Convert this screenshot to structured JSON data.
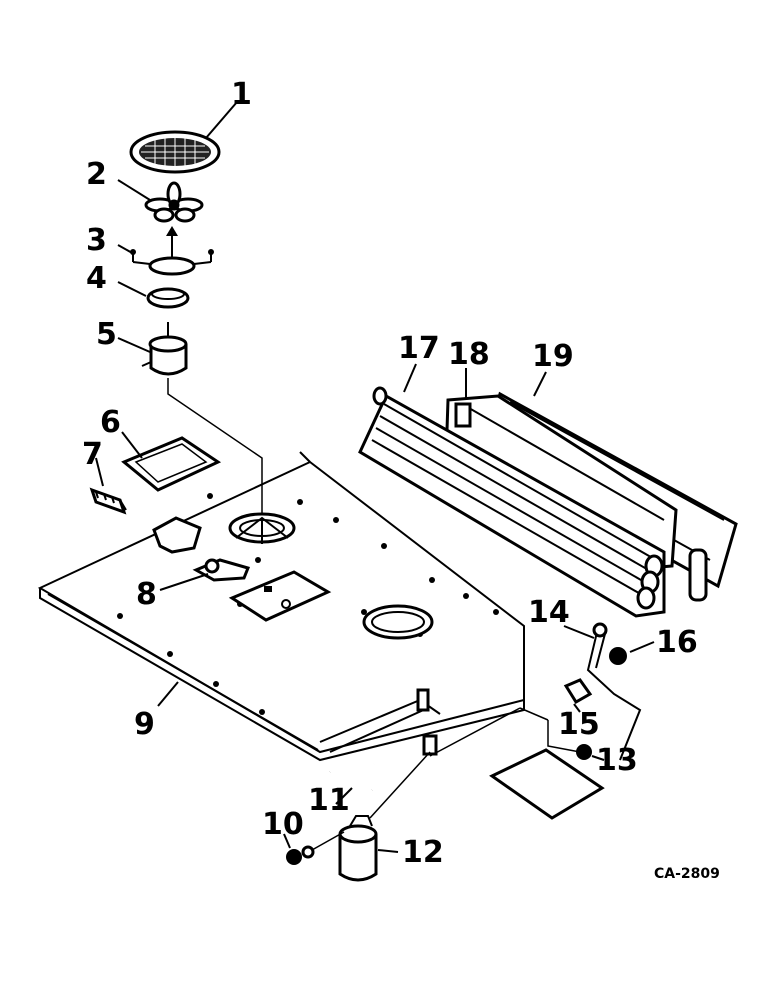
{
  "diagram": {
    "drawing_code": "CA-2809",
    "callouts": [
      "1",
      "2",
      "3",
      "4",
      "5",
      "6",
      "7",
      "8",
      "9",
      "10",
      "11",
      "12",
      "13",
      "14",
      "15",
      "16",
      "17",
      "18",
      "19"
    ]
  }
}
